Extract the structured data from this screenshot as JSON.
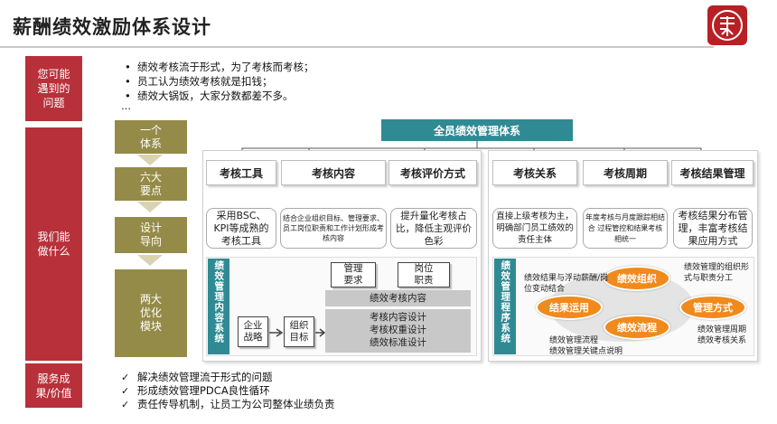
{
  "title": "薪酬绩效激励体系设计",
  "side_labels": {
    "problems": [
      "您可能",
      "遇到的",
      "问题"
    ],
    "capable": [
      "我们能",
      "做什么"
    ],
    "result": [
      "服务成",
      "果/价值"
    ]
  },
  "problems": [
    "绩效考核流于形式，为了考核而考核；",
    "员工认为绩效考核就是扣钱；",
    "绩效大锅饭，大家分数都差不多。"
  ],
  "ellipsis": "…",
  "steps": [
    [
      "一个",
      "体系"
    ],
    [
      "六大",
      "要点"
    ],
    [
      "设计",
      "导向"
    ],
    [
      "两大",
      "优化",
      "模块"
    ]
  ],
  "system_title": "全员绩效管理体系",
  "left_headers": [
    "考核工具",
    "考核内容",
    "考核评价方式"
  ],
  "right_headers": [
    "考核关系",
    "考核周期",
    "考核结果管理"
  ],
  "left_descs": [
    "采用BSC、KPI等成熟的考核工具",
    "结合企业组织目标、管理要求、员工岗位职责和工作计划形成考核内容",
    "提升量化考核占比，降低主观评价色彩"
  ],
  "right_descs": [
    "直接上级考核为主，明确部门员工绩效的责任主体",
    "年度考核与月度跟踪相结合 过程管控和结果考核相统一",
    "考核结果分布管理，丰富考核结果应用方式"
  ],
  "content_system": {
    "label": "绩效管理内容系统",
    "mgmt_req": [
      "管理",
      "要求"
    ],
    "position_duty": [
      "岗位",
      "职责"
    ],
    "content_bar": "绩效考核内容",
    "strategy": [
      "企业",
      "战略"
    ],
    "org_goal": [
      "组织",
      "目标"
    ],
    "design_lines": [
      "考核内容设计",
      "考核权重设计",
      "绩效标准设计"
    ]
  },
  "process_system": {
    "label": "绩效管理程序系统",
    "ovals": {
      "org": "绩效组织",
      "result": "结果运用",
      "mgmt": "管理方式",
      "flow": "绩效流程"
    },
    "notes": {
      "top_left": "绩效结果与浮动薪酬/岗位变动结合",
      "top_right": "绩效管理的组织形式与职责分工",
      "bottom_left": [
        "绩效管理流程",
        "绩效管理关键点说明"
      ],
      "bottom_right": [
        "绩效管理周期",
        "绩效考核关系"
      ]
    }
  },
  "outcomes": [
    "解决绩效管理流于形式的问题",
    "形成绩效管理PDCA良性循环",
    "责任传导机制，让员工为公司整体业绩负责"
  ],
  "colors": {
    "red": "#b8303a",
    "olive": "#958b48",
    "teal": "#2f8a94",
    "orange": "#f08a1c"
  }
}
